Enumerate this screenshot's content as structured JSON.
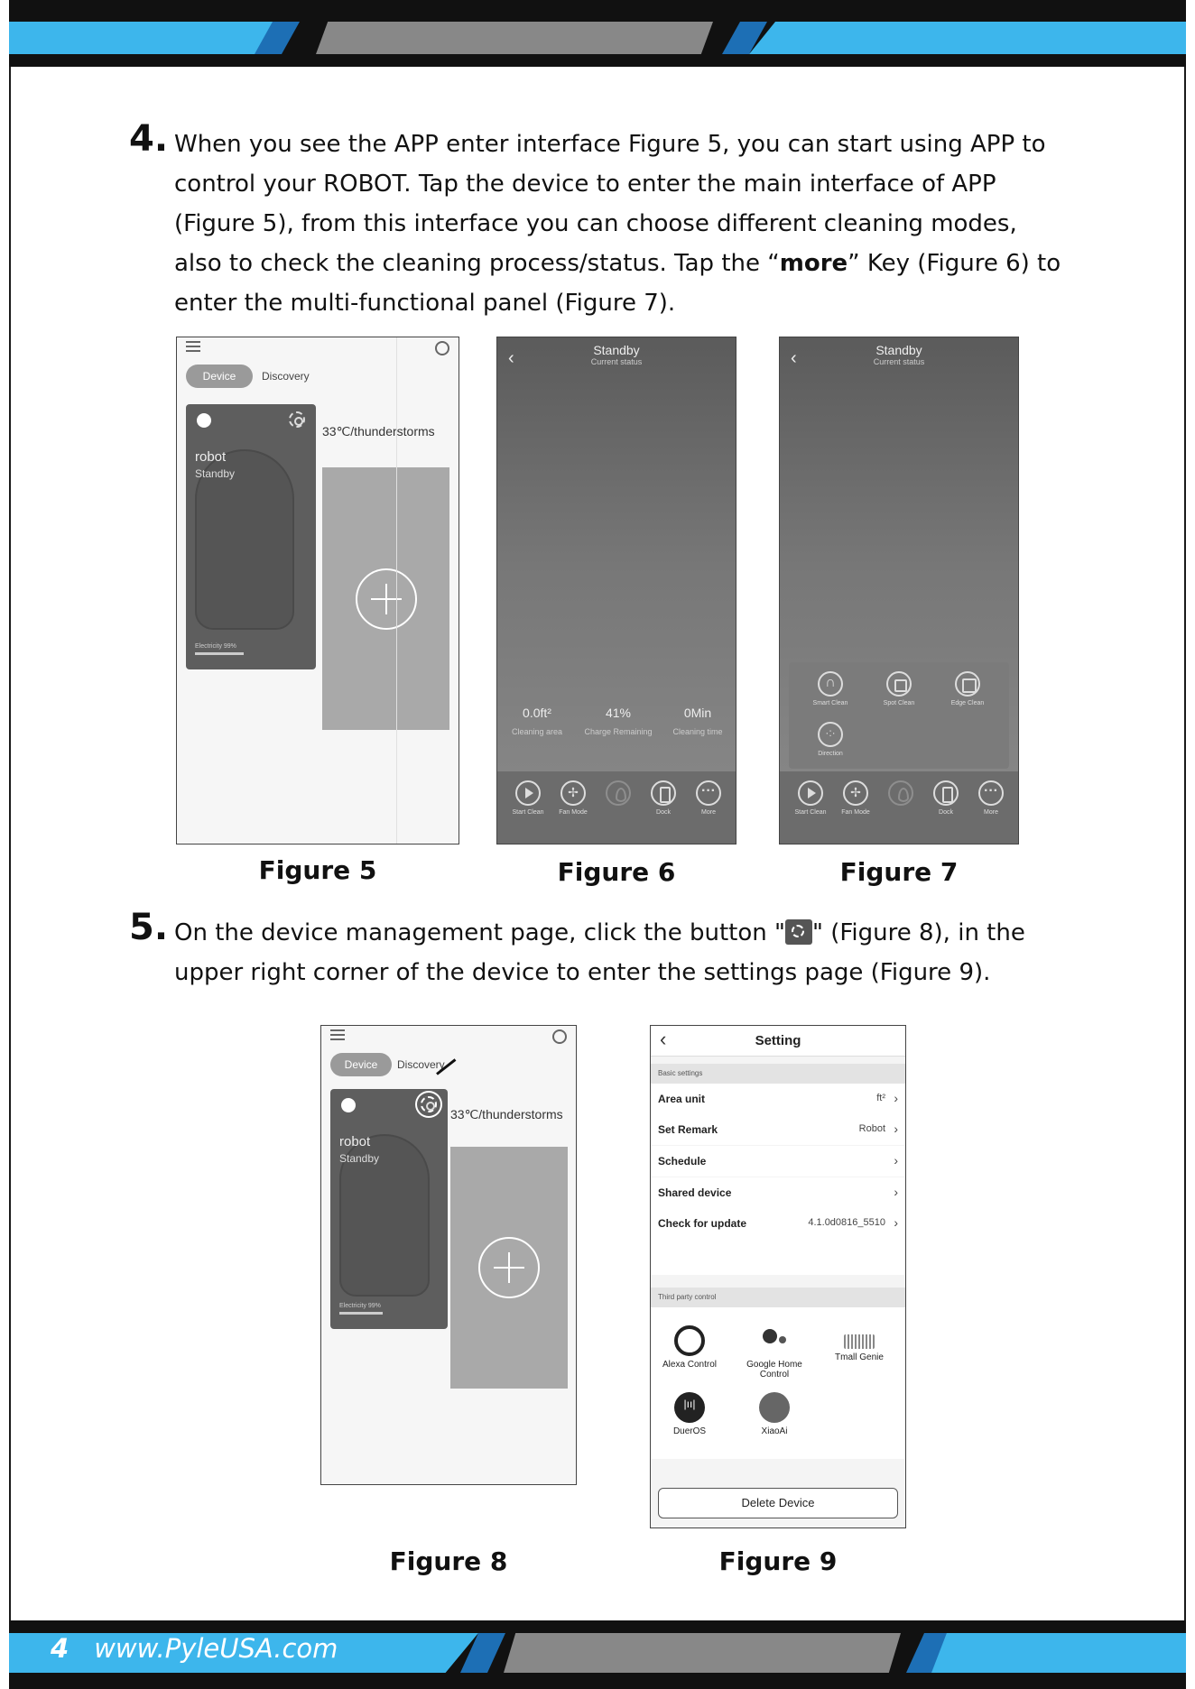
{
  "step4": {
    "number": "4.",
    "text_parts": [
      "When you see the APP enter interface Figure 5, you can start using APP to control your ROBOT. Tap the device to enter the main interface of APP (Figure 5), from this interface you can choose different cleaning modes, also to check the cleaning process/status. Tap the “",
      "more",
      "” Key (Figure 6) to enter the multi-functional panel (Figure 7)."
    ]
  },
  "step5": {
    "number": "5.",
    "text_before": "On the device management page, click the button \"",
    "text_after": "\" (Figure 8), in the upper right corner of the device to enter the settings page (Figure 9)."
  },
  "captions": {
    "fig5": "Figure 5",
    "fig6": "Figure 6",
    "fig7": "Figure 7",
    "fig8": "Figure 8",
    "fig9": "Figure 9"
  },
  "device_screen": {
    "tab_device": "Device",
    "tab_discovery": "Discovery",
    "device_name": "robot",
    "device_status": "Standby",
    "electricity": "Electricity 99%",
    "weather": "33℃/thunderstorms"
  },
  "status_screen": {
    "title": "Standby",
    "subtitle": "Current status",
    "stats": [
      {
        "value": "0.0ft²",
        "label": "Cleaning area"
      },
      {
        "value": "41%",
        "label": "Charge Remaining"
      },
      {
        "value": "0Min",
        "label": "Cleaning time"
      }
    ],
    "toolbar": [
      {
        "label": "Start Clean",
        "icon": "play-icon"
      },
      {
        "label": "Fan Mode",
        "icon": "fan-icon"
      },
      {
        "label": "",
        "icon": "water-drop-icon"
      },
      {
        "label": "Dock",
        "icon": "dock-icon"
      },
      {
        "label": "More",
        "icon": "more-icon"
      }
    ],
    "more_panel": [
      {
        "label": "Smart Clean",
        "icon": "smart-clean-icon"
      },
      {
        "label": "Spot Clean",
        "icon": "spot-clean-icon"
      },
      {
        "label": "Edge Clean",
        "icon": "edge-clean-icon"
      },
      {
        "label": "Direction",
        "icon": "direction-icon"
      }
    ]
  },
  "settings_screen": {
    "title": "Setting",
    "basic_section": "Basic settings",
    "rows": [
      {
        "key": "Area unit",
        "value": "ft²"
      },
      {
        "key": "Set Remark",
        "value": "Robot"
      },
      {
        "key": "Schedule",
        "value": ""
      },
      {
        "key": "Shared device",
        "value": ""
      },
      {
        "key": "Check for update",
        "value": "4.1.0d0816_5510"
      }
    ],
    "third_party_section": "Third party control",
    "third_party": [
      {
        "label": "Alexa Control",
        "icon": "alexa-icon"
      },
      {
        "label": "Google Home Control",
        "icon": "google-home-icon"
      },
      {
        "label": "Tmall Genie",
        "icon": "tmall-genie-icon"
      },
      {
        "label": "DuerOS",
        "icon": "dueros-icon"
      },
      {
        "label": "XiaoAi",
        "icon": "xiaoai-icon"
      }
    ],
    "delete_button": "Delete Device"
  },
  "footer": {
    "page_number": "4",
    "url": "www.PyleUSA.com"
  },
  "colors": {
    "banner_blue": "#3db6ec",
    "banner_dark": "#111111",
    "banner_grey": "#888888"
  }
}
